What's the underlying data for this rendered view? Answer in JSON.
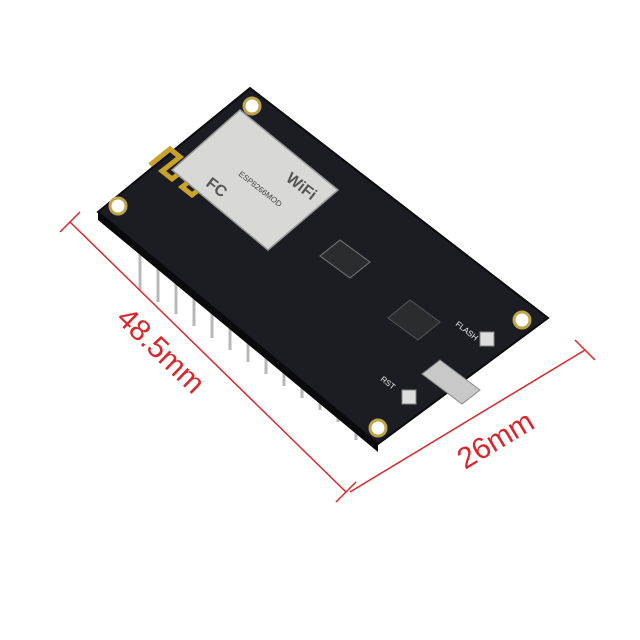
{
  "dimensions": {
    "length_label": "48.5mm",
    "width_label": "26mm"
  },
  "board": {
    "module_label": "ESP8266MOD",
    "wifi_label": "WiFi",
    "fcc_label": "FC",
    "flash_label": "FLASH",
    "rst_label": "RST"
  },
  "colors": {
    "board": "#1c1d22",
    "dimension": "#d9262b",
    "shield": "#d8d8d6",
    "antenna": "#c9a227"
  }
}
